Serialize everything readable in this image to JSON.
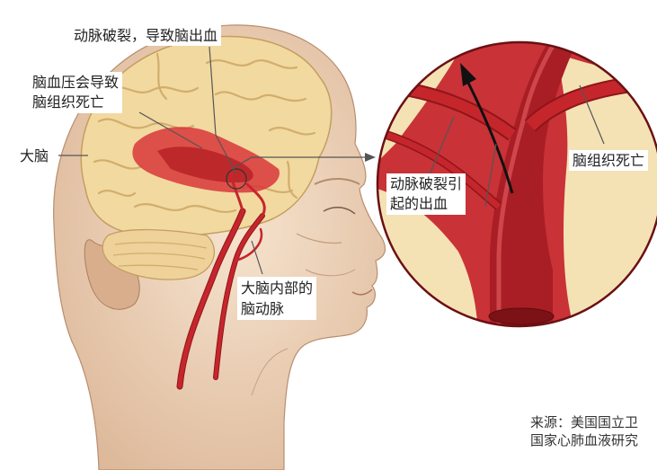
{
  "labels": {
    "artery_rupture": "动脉破裂，导致脑出血",
    "pressure_line1": "脑血压会导致",
    "pressure_line2": "脑组织死亡",
    "brain": "大脑",
    "inner_artery_line1": "大脑内部的",
    "inner_artery_line2": "脑动脉",
    "bleeding_line1": "动脉破裂引",
    "bleeding_line2": "起的出血",
    "tissue_death": "脑组织死亡"
  },
  "source": {
    "line1": "来源：美国国立卫",
    "line2": "国家心肺血液研究"
  },
  "colors": {
    "skin": "#f3dcc4",
    "skin_shadow": "#dcb697",
    "brain": "#f2d9a0",
    "brain_fold": "#d7b672",
    "hemorrhage": "#d9363a",
    "artery": "#c5262c",
    "artery_dark": "#8f1519",
    "tissue": "#f4e2b5"
  }
}
